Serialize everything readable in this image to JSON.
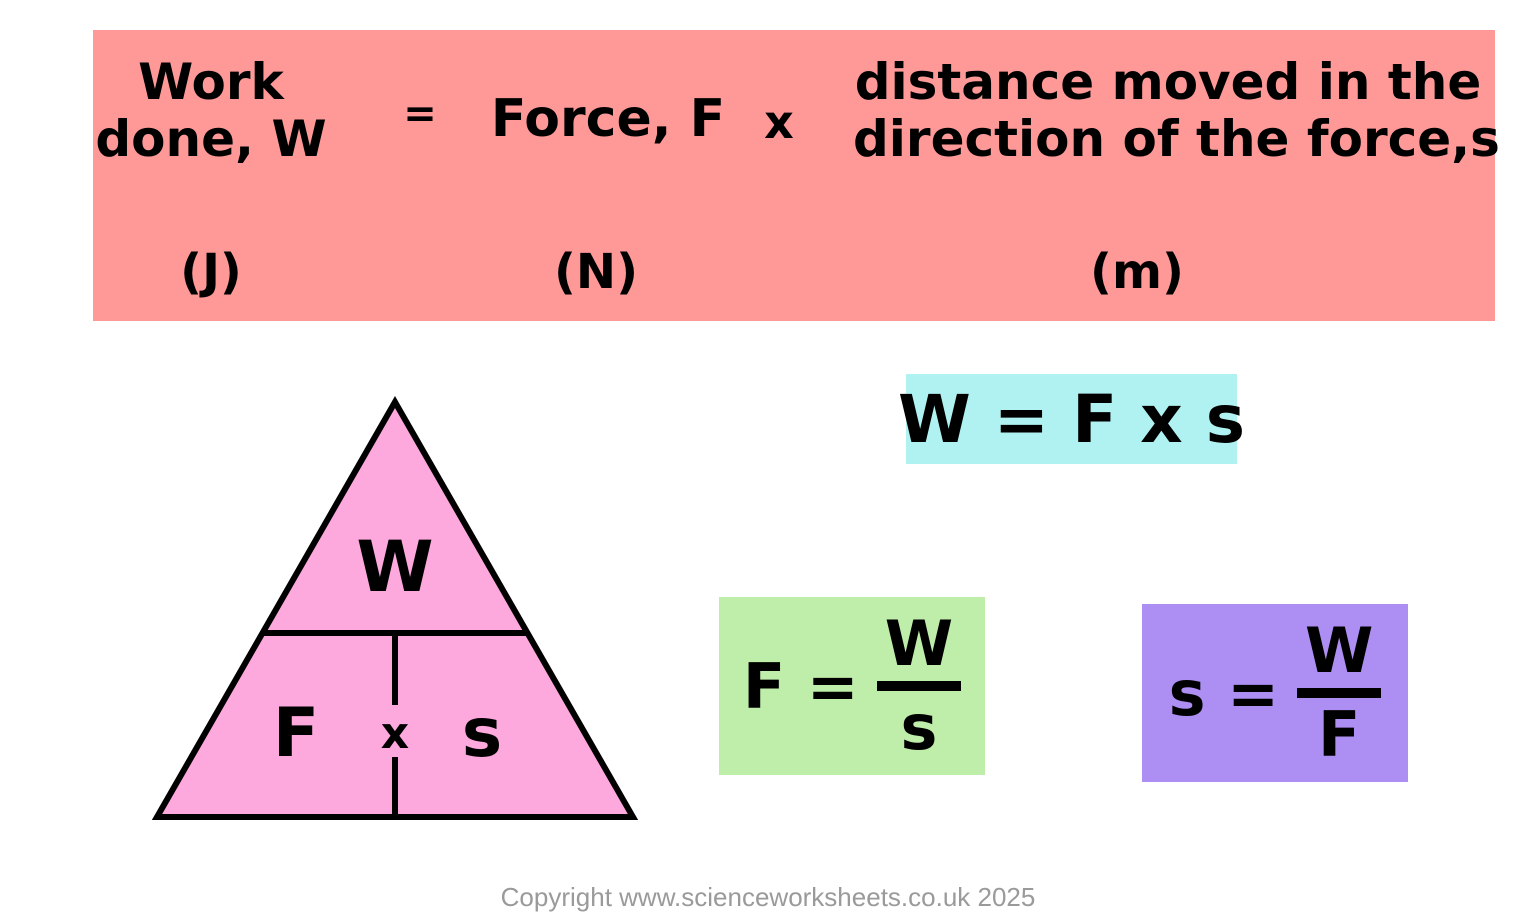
{
  "colors": {
    "banner": "#fe9998",
    "cyan_box": "#b0f1f1",
    "green_box": "#bfedaa",
    "purple_box": "#ad8ef2",
    "triangle_fill": "#fda9de",
    "footer_text": "#9a9a9a"
  },
  "banner": {
    "work_line1": "Work",
    "work_line2": "done, W",
    "equals": "=",
    "force": "Force, F",
    "times": "x",
    "distance_line1": "distance moved in the",
    "distance_line2": "direction of the force,s",
    "unit_work": "(J)",
    "unit_force": "(N)",
    "unit_distance": "(m)"
  },
  "triangle": {
    "top": "W",
    "bottom_left": "F",
    "middle": "x",
    "bottom_right": "s"
  },
  "equations": {
    "main": "W = F x s",
    "force": {
      "lhs": "F =",
      "numerator": "W",
      "denominator": "s"
    },
    "distance": {
      "lhs": "s =",
      "numerator": "W",
      "denominator": "F"
    }
  },
  "footer": "Copyright www.scienceworksheets.co.uk 2025"
}
